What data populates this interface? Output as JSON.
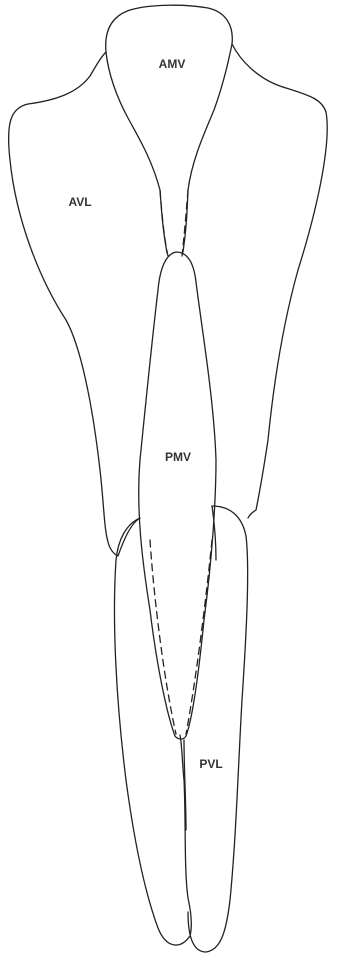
{
  "labels": {
    "amv": "AMV",
    "avl": "AVL",
    "pmv": "PMV",
    "pvl": "PVL"
  },
  "colors": {
    "background": "#ffffff",
    "stroke": "#222222",
    "text": "#333333"
  }
}
